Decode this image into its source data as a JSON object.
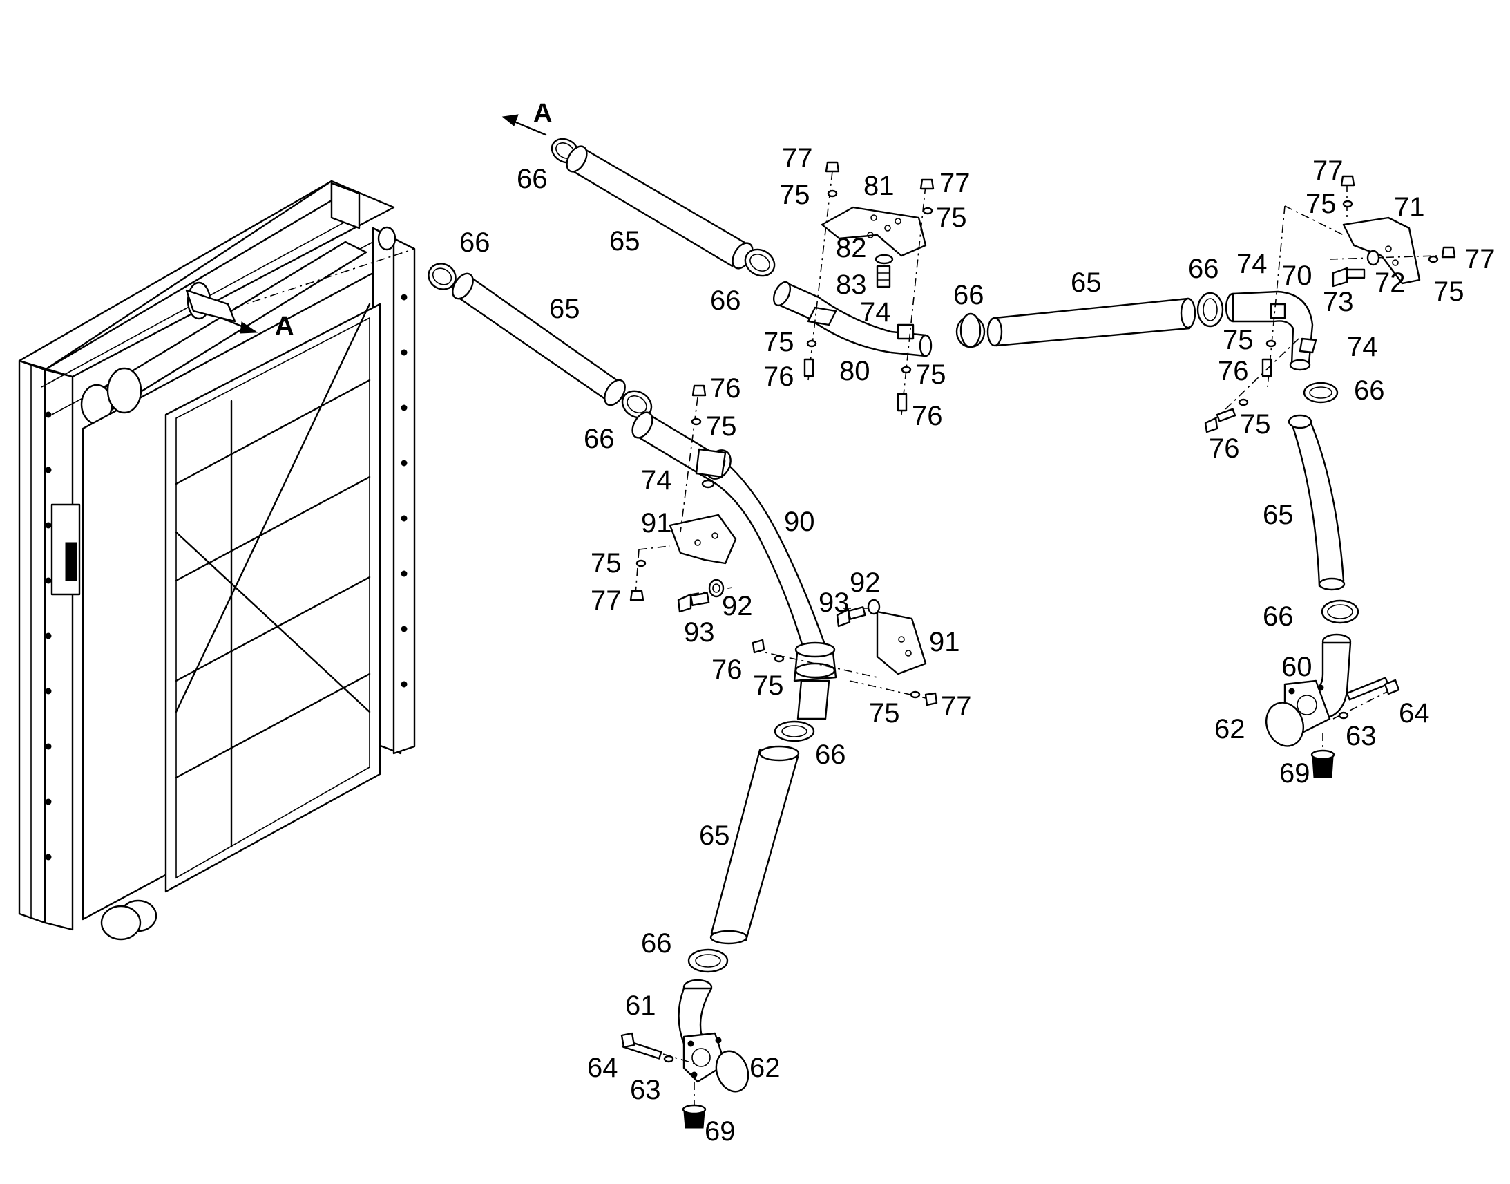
{
  "diagram": {
    "section_marker": "A",
    "callouts": [
      {
        "id": "c-66-a",
        "text": "66"
      },
      {
        "id": "c-65-a",
        "text": "65"
      },
      {
        "id": "c-66-b",
        "text": "66"
      },
      {
        "id": "c-66-c",
        "text": "66"
      },
      {
        "id": "c-65-b",
        "text": "65"
      },
      {
        "id": "c-66-d",
        "text": "66"
      },
      {
        "id": "c-77-a",
        "text": "77"
      },
      {
        "id": "c-75-a",
        "text": "75"
      },
      {
        "id": "c-81",
        "text": "81"
      },
      {
        "id": "c-77-b",
        "text": "77"
      },
      {
        "id": "c-75-b",
        "text": "75"
      },
      {
        "id": "c-82",
        "text": "82"
      },
      {
        "id": "c-83",
        "text": "83"
      },
      {
        "id": "c-74-a",
        "text": "74"
      },
      {
        "id": "c-75-c",
        "text": "75"
      },
      {
        "id": "c-76-a",
        "text": "76"
      },
      {
        "id": "c-80",
        "text": "80"
      },
      {
        "id": "c-75-d",
        "text": "75"
      },
      {
        "id": "c-76-b",
        "text": "76"
      },
      {
        "id": "c-66-e",
        "text": "66"
      },
      {
        "id": "c-65-c",
        "text": "65"
      },
      {
        "id": "c-66-f",
        "text": "66"
      },
      {
        "id": "c-74-b",
        "text": "74"
      },
      {
        "id": "c-70",
        "text": "70"
      },
      {
        "id": "c-77-c",
        "text": "77"
      },
      {
        "id": "c-75-e",
        "text": "75"
      },
      {
        "id": "c-71",
        "text": "71"
      },
      {
        "id": "c-77-d",
        "text": "77"
      },
      {
        "id": "c-72",
        "text": "72"
      },
      {
        "id": "c-75-f",
        "text": "75"
      },
      {
        "id": "c-73",
        "text": "73"
      },
      {
        "id": "c-75-g",
        "text": "75"
      },
      {
        "id": "c-74-c",
        "text": "74"
      },
      {
        "id": "c-76-c",
        "text": "76"
      },
      {
        "id": "c-66-g",
        "text": "66"
      },
      {
        "id": "c-75-h",
        "text": "75"
      },
      {
        "id": "c-76-d",
        "text": "76"
      },
      {
        "id": "c-65-d",
        "text": "65"
      },
      {
        "id": "c-66-h",
        "text": "66"
      },
      {
        "id": "c-60",
        "text": "60"
      },
      {
        "id": "c-62-a",
        "text": "62"
      },
      {
        "id": "c-64-a",
        "text": "64"
      },
      {
        "id": "c-63-a",
        "text": "63"
      },
      {
        "id": "c-69-a",
        "text": "69"
      },
      {
        "id": "c-76-e",
        "text": "76"
      },
      {
        "id": "c-75-i",
        "text": "75"
      },
      {
        "id": "c-74-d",
        "text": "74"
      },
      {
        "id": "c-90",
        "text": "90"
      },
      {
        "id": "c-91-a",
        "text": "91"
      },
      {
        "id": "c-75-j",
        "text": "75"
      },
      {
        "id": "c-77-e",
        "text": "77"
      },
      {
        "id": "c-92-a",
        "text": "92"
      },
      {
        "id": "c-93-a",
        "text": "93"
      },
      {
        "id": "c-93-b",
        "text": "93"
      },
      {
        "id": "c-92-b",
        "text": "92"
      },
      {
        "id": "c-91-b",
        "text": "91"
      },
      {
        "id": "c-76-f",
        "text": "76"
      },
      {
        "id": "c-75-k",
        "text": "75"
      },
      {
        "id": "c-75-l",
        "text": "75"
      },
      {
        "id": "c-77-f",
        "text": "77"
      },
      {
        "id": "c-66-i",
        "text": "66"
      },
      {
        "id": "c-65-e",
        "text": "65"
      },
      {
        "id": "c-66-j",
        "text": "66"
      },
      {
        "id": "c-61",
        "text": "61"
      },
      {
        "id": "c-64-b",
        "text": "64"
      },
      {
        "id": "c-63-b",
        "text": "63"
      },
      {
        "id": "c-62-b",
        "text": "62"
      },
      {
        "id": "c-69-b",
        "text": "69"
      }
    ]
  }
}
